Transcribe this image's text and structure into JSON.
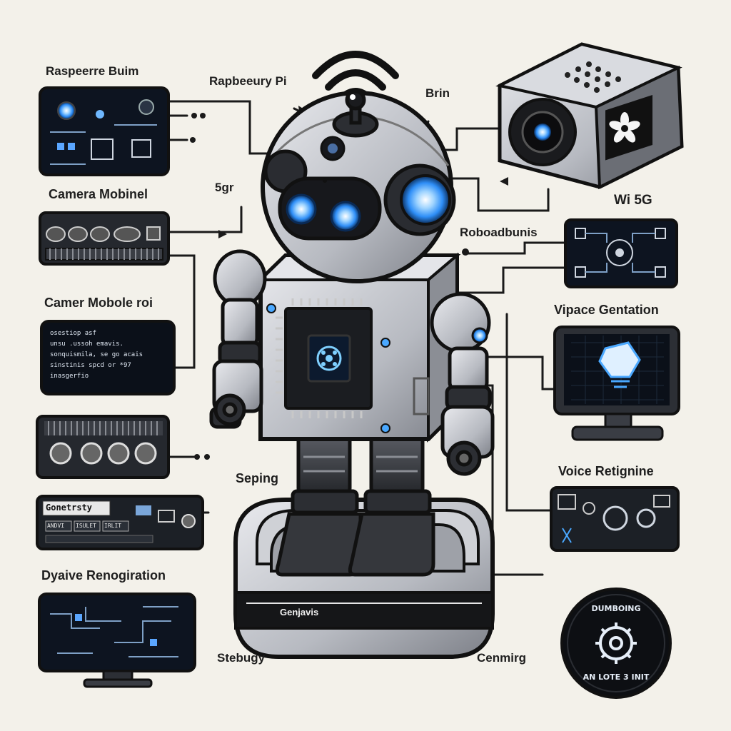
{
  "labels": {
    "raspberry_left": "Raspeerre Buim",
    "raspberry_top": "Rapbeeury Pi",
    "brin": "Brin",
    "fivegr": "5gr",
    "wifi5g": "Wi 5G",
    "camera_mobile": "Camera Mobinel",
    "roboadbunis": "Roboadbunis",
    "camer_mobole": "Camer Mobole roi",
    "vipace": "Vipace Gentation",
    "seping": "Seping",
    "voice": "Voice Retignine",
    "dyaive": "Dyaive Renogiration",
    "stebugy": "Stebugy",
    "cenmirg": "Cenmirg",
    "base_brand": "Genjavis"
  },
  "screens": {
    "terminal_lines": [
      "osestiop asf",
      "unsu .ussoh  emavis.",
      "sonquismila, se  go  acais",
      "sinstinis  spcd  or  *97",
      "inasgerfio"
    ],
    "control_panel_title": "Gonetrsty",
    "control_panel_buttons": [
      "ANDVI",
      "ISULET",
      "IRLIT"
    ],
    "badge_top": "DUMBOING",
    "badge_bottom": "AN LOTE 3 INIT"
  },
  "colors": {
    "accent_glow": "#3fa2ff",
    "screen_bg": "#0d1420",
    "outline": "#141414",
    "body_gray": "#b9bcc2",
    "background": "#f3f1ea"
  }
}
